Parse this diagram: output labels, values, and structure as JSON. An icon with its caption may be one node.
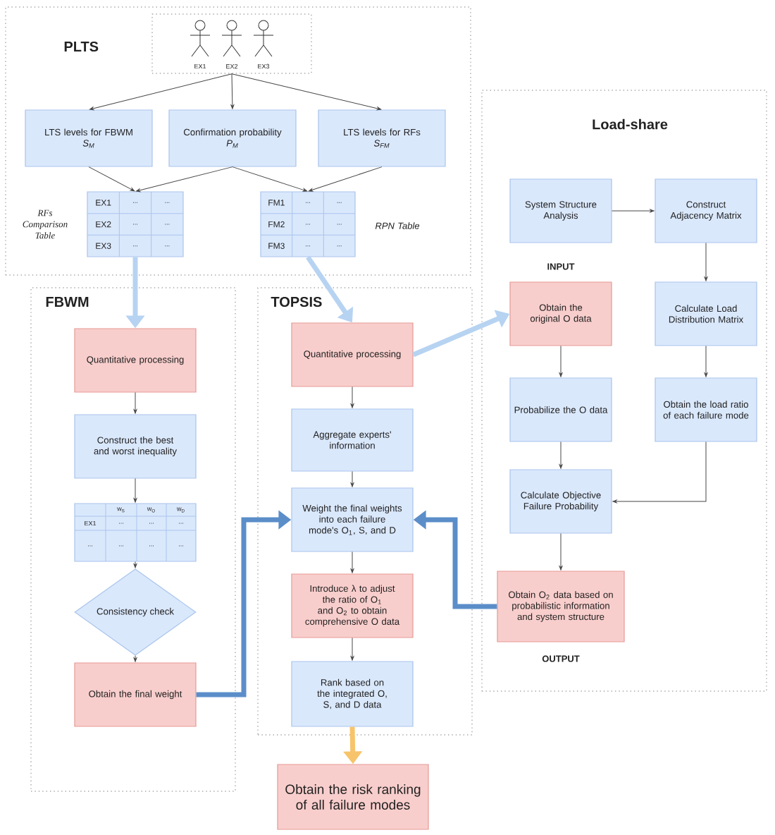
{
  "diagram": {
    "nodes": [
      {
        "text": [
          "PLTS"
        ]
      },
      {
        "text": [
          "EX1",
          "EX2",
          "EX3"
        ],
        "in": 0
      },
      {
        "text": [
          "LTS levels for FBWM",
          "S$_{M}$"
        ],
        "in": 0
      },
      {
        "text": [
          "Confirmation probability",
          "P$_{M}$"
        ],
        "in": 0
      },
      {
        "text": [
          "LTS levels for RFs",
          "S$_{FM}$"
        ],
        "in": 0
      },
      {
        "text": [
          "EX1",
          "...",
          "...",
          "EX2",
          "...",
          "...",
          "EX3",
          "...",
          "..."
        ],
        "beside": [
          "RFs Comparison Table"
        ],
        "in": 0
      },
      {
        "text": [
          "FM1",
          "...",
          "...",
          "FM2",
          "...",
          "...",
          "FM3",
          "...",
          "..."
        ],
        "beside": [
          "RPN Table"
        ],
        "in": 0
      },
      {
        "text": [
          "FBWM"
        ]
      },
      {
        "text": [
          "Quantitative processing"
        ],
        "in": 7
      },
      {
        "text": [
          "Construct the best and worst inequality"
        ],
        "in": 7
      },
      {
        "text": [
          "w$_{S}$",
          "w$_{O}$",
          "w$_{D}$",
          "EX1",
          "...",
          "...",
          "...",
          "...",
          "...",
          "...",
          "..."
        ],
        "in": 7
      },
      {
        "text": [
          "Consistency check"
        ],
        "in": 7
      },
      {
        "text": [
          "Obtain the final weight"
        ],
        "in": 7
      },
      {
        "text": [
          "TOPSIS"
        ]
      },
      {
        "text": [
          "Quantitative processing"
        ],
        "in": 13
      },
      {
        "text": [
          "Aggregate experts' information"
        ],
        "in": 13
      },
      {
        "text": [
          "Weight the final weights into each failure mode's O$_{1}$, S, and D"
        ],
        "in": 13
      },
      {
        "text": [
          "Introduce λ to adjust the ratio of O$_{1}$ and O$_{2}$ to obtain comprehensive O data"
        ],
        "in": 13
      },
      {
        "text": [
          "Rank based on the integrated O, S, and D data"
        ],
        "in": 13
      },
      {
        "text": [
          "Load-share"
        ]
      },
      {
        "text": [
          "System Structure Analysis"
        ],
        "in": 19
      },
      {
        "text": [
          "Construct Adjacency Matrix"
        ],
        "in": 19
      },
      {
        "text": [
          "Obtain the original O data"
        ],
        "beside": [
          "INPUT"
        ],
        "in": 19
      },
      {
        "text": [
          "Calculate Load Distribution Matrix"
        ],
        "in": 19
      },
      {
        "text": [
          "Probabilize the O data"
        ],
        "in": 19
      },
      {
        "text": [
          "Obtain the load ratio of each failure mode"
        ],
        "in": 19
      },
      {
        "text": [
          "Calculate Objective Failure Probability"
        ],
        "in": 19
      },
      {
        "text": [
          "Obtain O$_{2}$ data based on probabilistic information and system structure"
        ],
        "beside": [
          "OUTPUT"
        ],
        "in": 19
      },
      {
        "text": [
          "Obtain the risk ranking of all failure modes"
        ]
      }
    ],
    "edges": [
      {
        "from": 1,
        "to": 2,
        "arrow": "to"
      },
      {
        "from": 1,
        "to": 3,
        "arrow": "to"
      },
      {
        "from": 1,
        "to": 4,
        "arrow": "to"
      },
      {
        "from": 2,
        "to": 5,
        "arrow": "to"
      },
      {
        "from": 3,
        "to": 5,
        "arrow": "to"
      },
      {
        "from": 3,
        "to": 6,
        "arrow": "to"
      },
      {
        "from": 4,
        "to": 6,
        "arrow": "to"
      },
      {
        "from": 5,
        "to": 8,
        "arrow": "to",
        "style": "thick",
        "color": "#b7d3f2"
      },
      {
        "from": 6,
        "to": 14,
        "arrow": "to",
        "style": "thick",
        "color": "#b7d3f2"
      },
      {
        "from": 14,
        "to": 22,
        "arrow": "to",
        "style": "thick",
        "color": "#b7d3f2"
      },
      {
        "from": 8,
        "to": 9,
        "arrow": "to"
      },
      {
        "from": 9,
        "to": 10,
        "arrow": "to"
      },
      {
        "from": 10,
        "to": 11,
        "arrow": "to"
      },
      {
        "from": 11,
        "to": 12,
        "arrow": "to"
      },
      {
        "from": 12,
        "to": 16,
        "arrow": "to",
        "style": "thick",
        "color": "#5b8ec9"
      },
      {
        "from": 14,
        "to": 15,
        "arrow": "to"
      },
      {
        "from": 15,
        "to": 16,
        "arrow": "to"
      },
      {
        "from": 16,
        "to": 17,
        "arrow": "to"
      },
      {
        "from": 17,
        "to": 18,
        "arrow": "to"
      },
      {
        "from": 27,
        "to": 16,
        "arrow": "to",
        "style": "thick",
        "color": "#5b8ec9"
      },
      {
        "from": 18,
        "to": 28,
        "arrow": "to",
        "style": "thick",
        "color": "#f7c46c"
      },
      {
        "from": 20,
        "to": 21,
        "arrow": "to"
      },
      {
        "from": 21,
        "to": 23,
        "arrow": "to"
      },
      {
        "from": 23,
        "to": 25,
        "arrow": "to"
      },
      {
        "from": 25,
        "to": 26,
        "arrow": "to"
      },
      {
        "from": 22,
        "to": 24,
        "arrow": "to"
      },
      {
        "from": 24,
        "to": 26,
        "arrow": "to"
      },
      {
        "from": 26,
        "to": 27,
        "arrow": "to"
      }
    ]
  }
}
